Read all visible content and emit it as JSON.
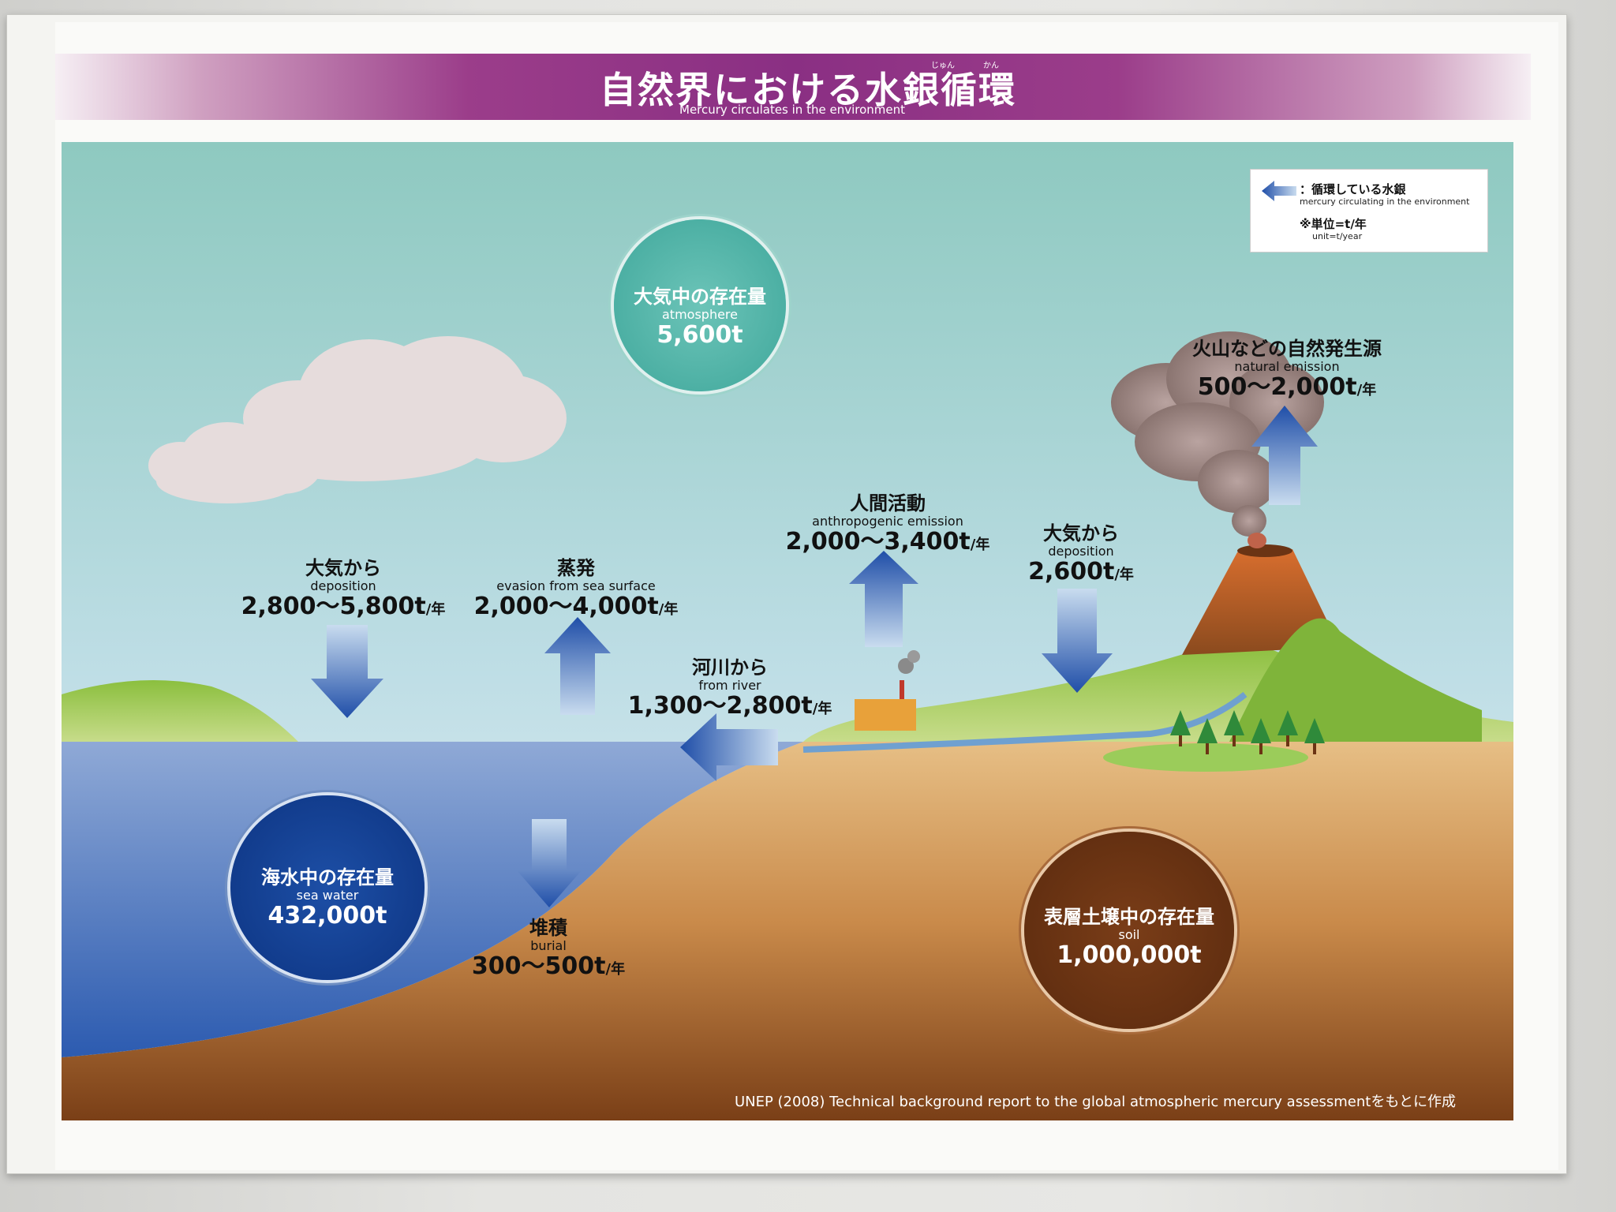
{
  "title": {
    "main": "自然界における水銀循環",
    "ruby_1": "じゅん",
    "ruby_2": "かん",
    "subtitle": "Mercury circulates in the environment"
  },
  "legend": {
    "arrow_label": "：循環している水銀",
    "arrow_label_en": "mercury circulating in the environment",
    "unit_label": "※単位=t/年",
    "unit_label_en": "unit=t/year"
  },
  "reservoirs": {
    "atmosphere": {
      "ja": "大気中の存在量",
      "en": "atmosphere",
      "value": "5,600t"
    },
    "sea_water": {
      "ja": "海水中の存在量",
      "en": "sea water",
      "value": "432,000t"
    },
    "soil": {
      "ja": "表層土壌中の存在量",
      "en": "soil",
      "value": "1,000,000t"
    }
  },
  "flows": {
    "deposition_sea": {
      "ja": "大気から",
      "en": "deposition",
      "value": "2,800～5,800t",
      "unit": "/年"
    },
    "evasion": {
      "ja": "蒸発",
      "en": "evasion from sea surface",
      "value": "2,000～4,000t",
      "unit": "/年"
    },
    "river": {
      "ja": "河川から",
      "en": "from river",
      "value": "1,300～2,800t",
      "unit": "/年"
    },
    "anthropogenic": {
      "ja": "人間活動",
      "en": "anthropogenic emission",
      "value": "2,000～3,400t",
      "unit": "/年"
    },
    "deposition_land": {
      "ja": "大気から",
      "en": "deposition",
      "value": "2,600t",
      "unit": "/年"
    },
    "natural": {
      "ja": "火山などの自然発生源",
      "en": "natural emission",
      "value": "500～2,000t",
      "unit": "/年"
    },
    "burial": {
      "ja": "堆積",
      "en": "burial",
      "value": "300～500t",
      "unit": "/年"
    }
  },
  "source": "UNEP (2008) Technical background report to the global atmospheric mercury assessmentをもとに作成",
  "colors": {
    "banner": "#8a2f83",
    "arrow": "#1f4ea8",
    "atmosphere_circle": "#4fb3a8",
    "sea_circle": "#123f96",
    "soil_circle": "#6b3414"
  }
}
